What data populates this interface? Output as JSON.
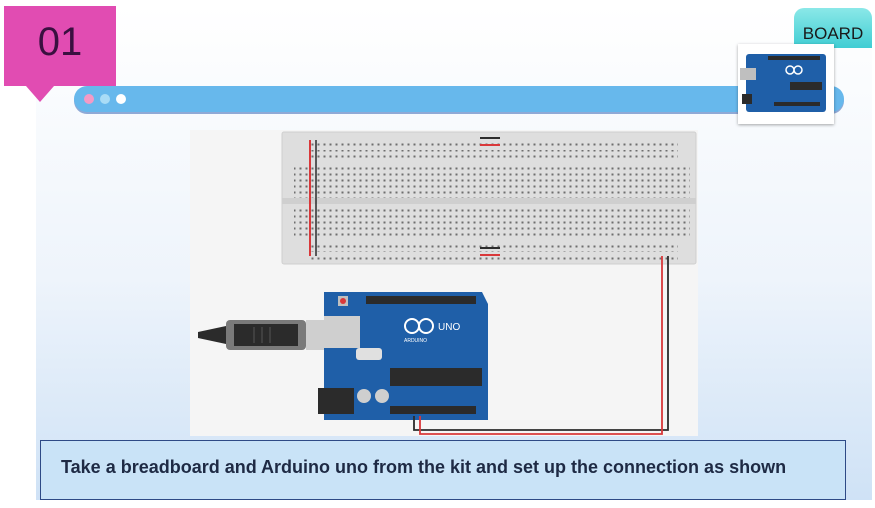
{
  "slide": {
    "step_number": "01",
    "board_label": "BOARD",
    "caption": "Take a breadboard and Arduino uno from the kit and set up the connection as shown"
  },
  "colors": {
    "badge": "#e14cb2",
    "title_bar": "#67b8ec",
    "board_tab": "#3fcdd3",
    "arduino_blue": "#1f5fa8",
    "wire_red": "#d9383a",
    "wire_black": "#2b2b2b",
    "caption_bg": "#c9e3f7"
  },
  "icons": {
    "dots": [
      "pink-dot-icon",
      "light-blue-dot-icon",
      "white-dot-icon"
    ],
    "board_thumbnail": "arduino-board-thumbnail-icon",
    "diagram": "breadboard-arduino-wiring-diagram"
  },
  "diagram_labels": {
    "board_brand": "UNO",
    "board_name": "ARDUINO"
  }
}
